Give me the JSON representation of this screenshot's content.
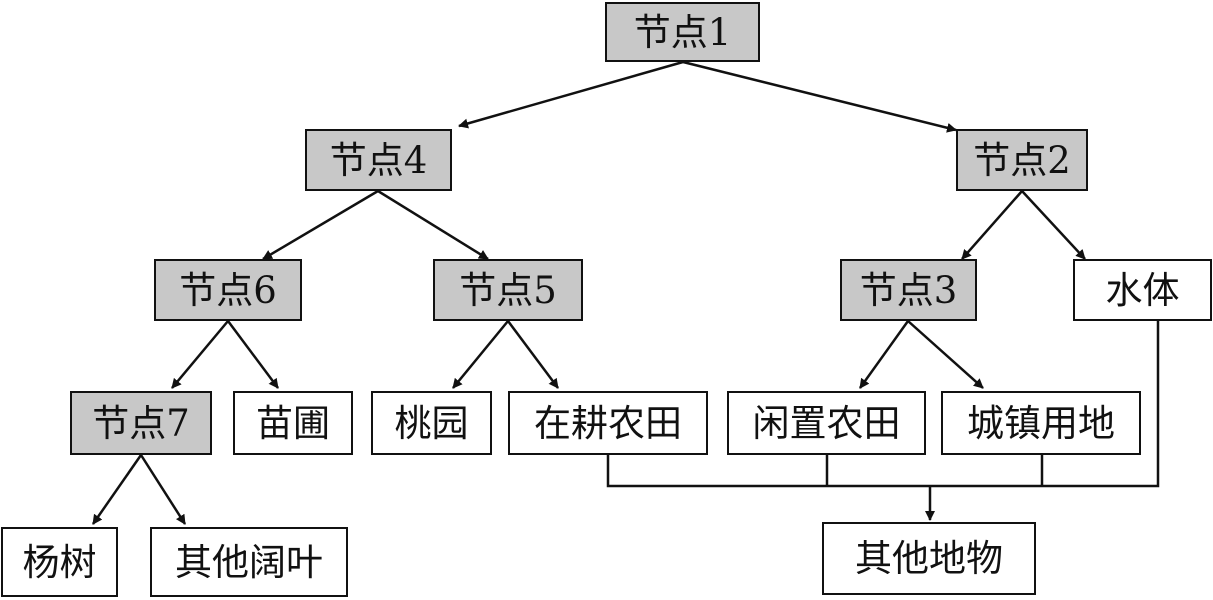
{
  "nodes": {
    "n1": "节点1",
    "n2": "节点2",
    "n3": "节点3",
    "n4": "节点4",
    "n5": "节点5",
    "n6": "节点6",
    "n7": "节点7",
    "water": "水体",
    "nursery": "苗圃",
    "peach": "桃园",
    "cultivated": "在耕农田",
    "idle": "闲置农田",
    "urban": "城镇用地",
    "poplar": "杨树",
    "broadleaf": "其他阔叶",
    "other": "其他地物"
  }
}
